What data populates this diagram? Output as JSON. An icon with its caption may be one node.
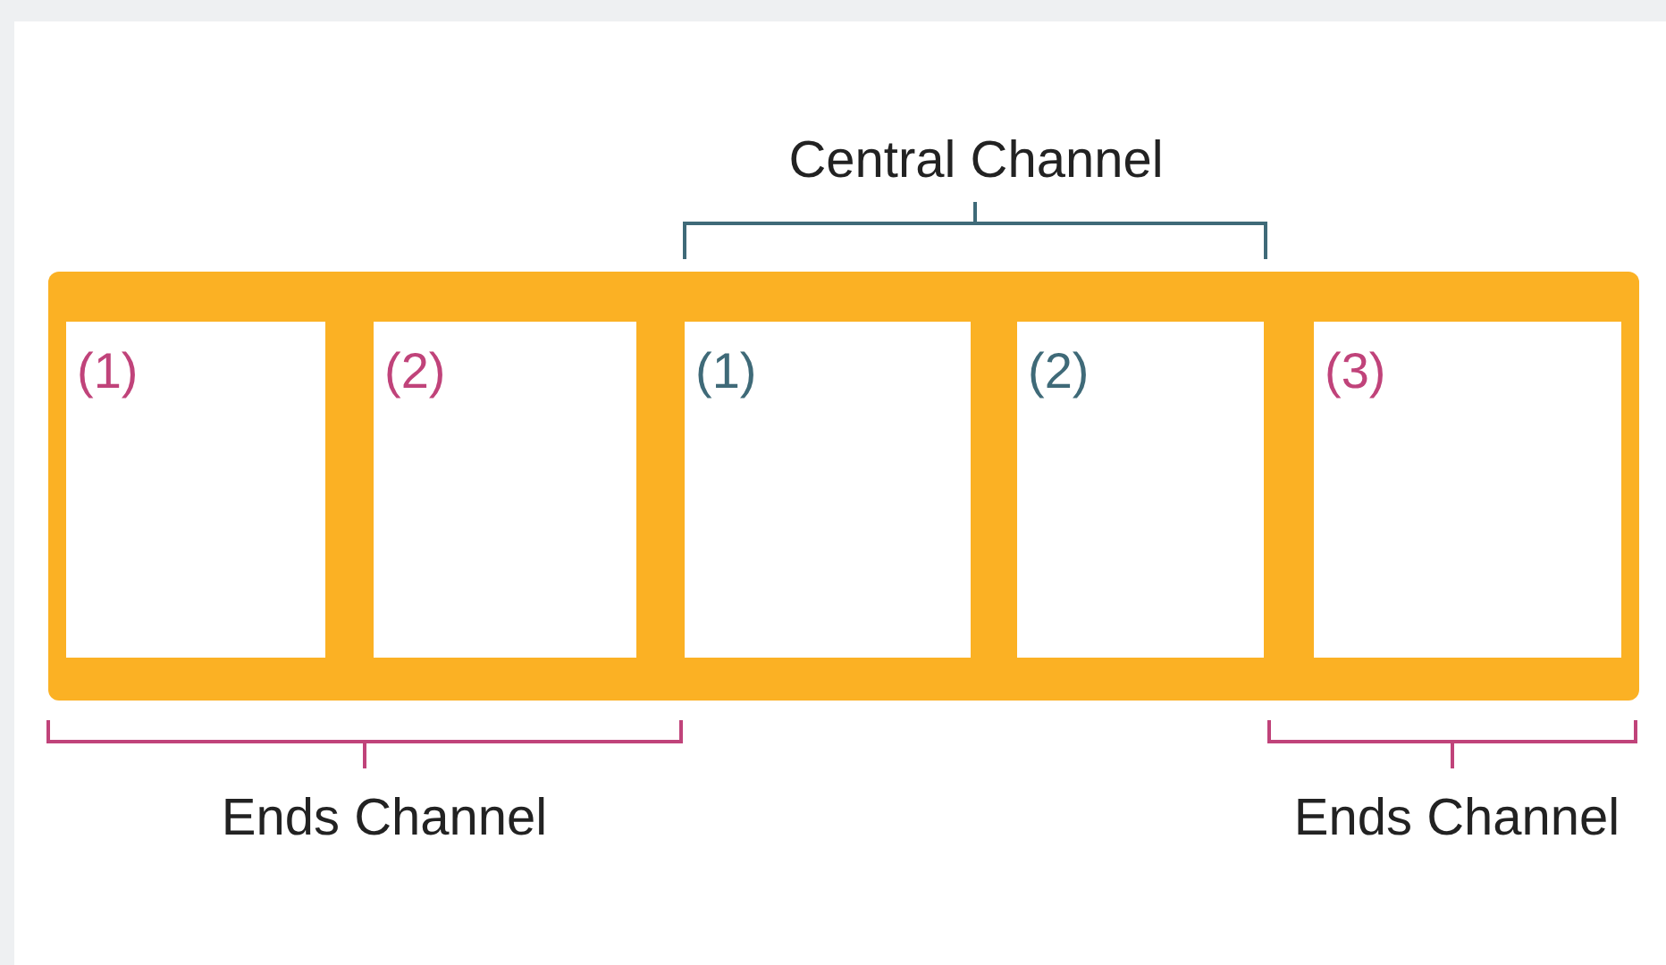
{
  "diagram": {
    "nodes": [
      {
        "text": [
          "(1)"
        ]
      },
      {
        "text": [
          "(2)"
        ]
      },
      {
        "text": [
          "(1)"
        ]
      },
      {
        "text": [
          "(2)"
        ]
      },
      {
        "text": [
          "(3)"
        ]
      }
    ],
    "labels": [
      "Central Channel",
      "Ends Channel",
      "Ends Channel"
    ]
  }
}
